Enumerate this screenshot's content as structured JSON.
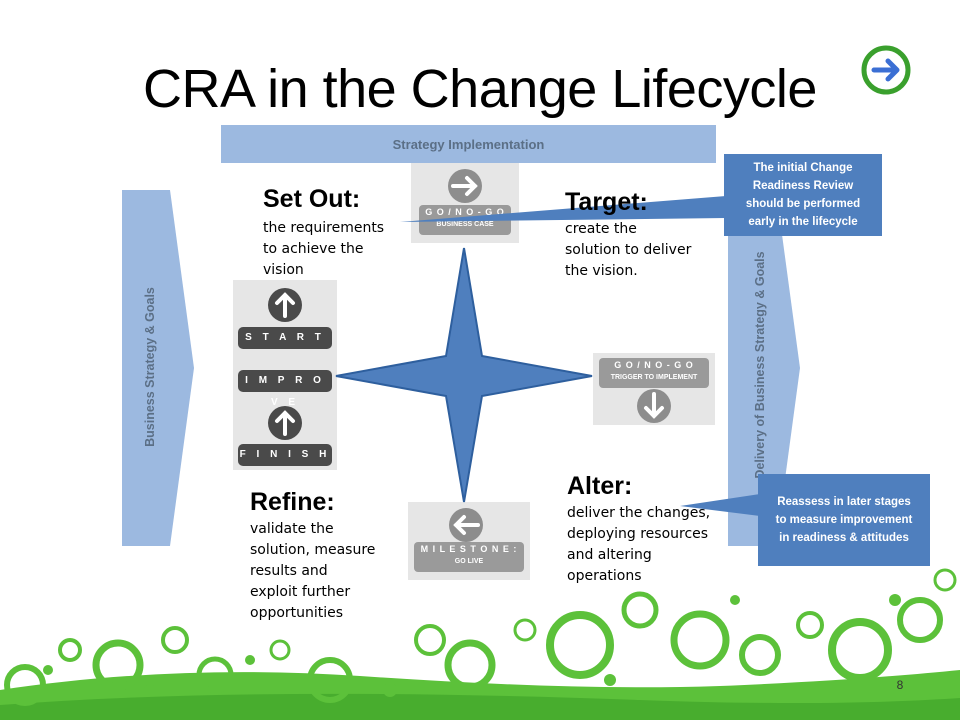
{
  "slide": {
    "title": "CRA in the Change Lifecycle",
    "page_number": "8",
    "strategy_bar_label": "Strategy Implementation",
    "left_arrow_label": "Business Strategy & Goals",
    "right_arrow_label": "Delivery of Business Strategy & Goals"
  },
  "stages": {
    "set_out": {
      "heading": "Set Out:",
      "lines": [
        "the requirements",
        "to achieve the",
        "vision"
      ]
    },
    "target": {
      "heading": "Target:",
      "lines": [
        "create the",
        "solution to deliver",
        "the vision."
      ]
    },
    "refine": {
      "heading": "Refine:",
      "lines": [
        "validate the",
        "solution, measure",
        "results and",
        "exploit further",
        "opportunities"
      ]
    },
    "alter": {
      "heading": "Alter:",
      "lines": [
        "deliver the changes,",
        "deploying resources",
        "and altering",
        "operations"
      ]
    }
  },
  "cards": {
    "business_case": {
      "top": "G O / N O - G O",
      "bottom": "BUSINESS CASE"
    },
    "trigger": {
      "top": "G O / N O - G O",
      "bottom": "TRIGGER TO IMPLEMENT"
    },
    "milestone": {
      "top": "M I L E S T O N E :",
      "bottom": "GO LIVE"
    },
    "start_label": "S T A R T",
    "improve_label": "I M P R O V E",
    "finish_label": "F I N I S H"
  },
  "callouts": {
    "initial": [
      "The initial Change",
      "Readiness Review",
      "should be performed",
      "early in the lifecycle"
    ],
    "reassess": [
      "Reassess in later stages",
      "to measure improvement",
      "in readiness & attitudes"
    ]
  },
  "colors": {
    "accent_blue": "#4f7fbe",
    "light_blue": "#9cb9e0",
    "green": "#5cc13a",
    "dark_green": "#2f8c24"
  }
}
